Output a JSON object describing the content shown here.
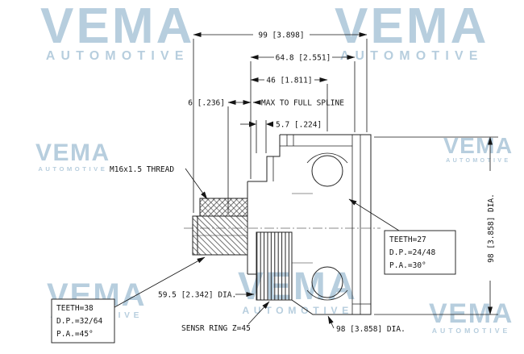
{
  "brand": {
    "name": "VEMA",
    "sub": "AUTOMOTIVE"
  },
  "drawing": {
    "dims": {
      "overall": "99 [3.898]",
      "d648": "64.8 [2.551]",
      "d46": "46 [1.811]",
      "d6": "6 [.236]",
      "max_spline": "MAX TO FULL SPLINE",
      "d57": "5.7 [.224]",
      "thread": "M16x1.5 THREAD",
      "dia_right": "98 [3.858] DIA.",
      "dia_595": "59.5 [2.342] DIA.",
      "sensor": "SENSR RING Z=45",
      "dia_bottom": "98 [3.858] DIA."
    },
    "callout_outer": {
      "teeth": "TEETH=27",
      "dp": "D.P.=24/48",
      "pa": "P.A.=30°"
    },
    "callout_inner": {
      "teeth": "TEETH=38",
      "dp": "D.P.=32/64",
      "pa": "P.A.=45°"
    }
  },
  "colors": {
    "watermark": "#b7cede",
    "line": "#1a1a1a"
  }
}
